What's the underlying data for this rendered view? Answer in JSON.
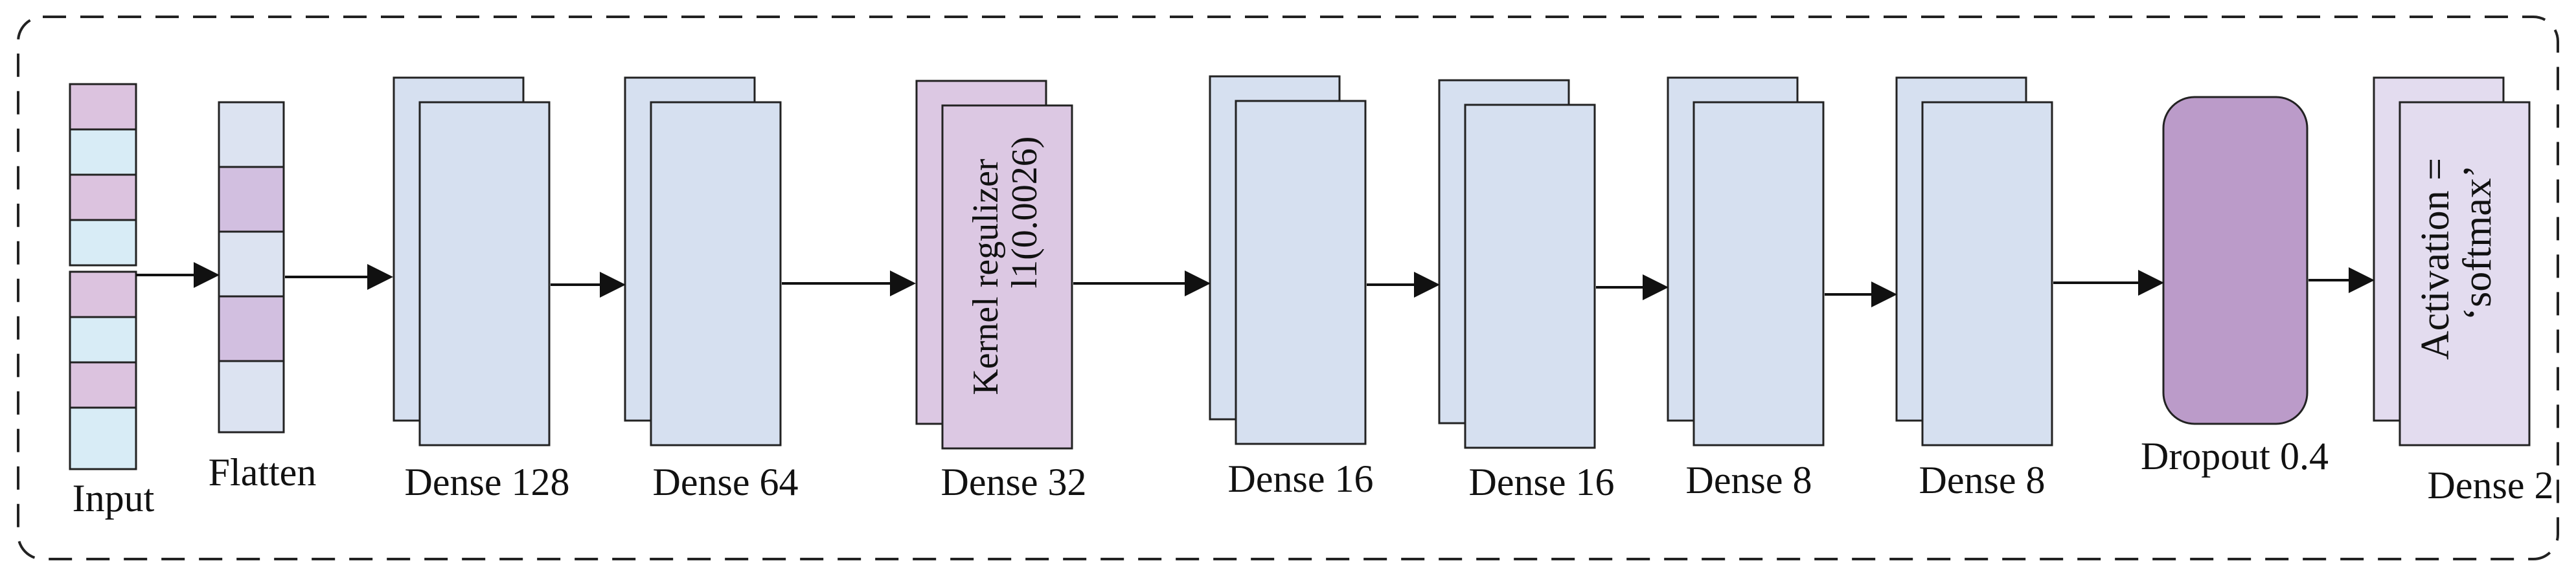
{
  "layers": [
    {
      "id": "input",
      "label": "Input"
    },
    {
      "id": "flatten",
      "label": "Flatten"
    },
    {
      "id": "d128",
      "label": "Dense 128"
    },
    {
      "id": "d64",
      "label": "Dense 64"
    },
    {
      "id": "d32",
      "label": "Dense 32",
      "note_line1": "Kernel regulizer",
      "note_line2": "l1(0.0026)"
    },
    {
      "id": "d16a",
      "label": "Dense 16"
    },
    {
      "id": "d16b",
      "label": "Dense 16"
    },
    {
      "id": "d8a",
      "label": "Dense 8"
    },
    {
      "id": "d8b",
      "label": "Dense 8"
    },
    {
      "id": "drop",
      "label": "Dropout 0.4"
    },
    {
      "id": "d2",
      "label": "Dense 2",
      "note_line1": "Activation =",
      "note_line2": "‘softmax’"
    }
  ],
  "colors": {
    "dense_fill": "#d6e0f0",
    "kernel_fill": "#dcc8e3",
    "dropout_fill": "#bb9bc9",
    "softmax_fill": "#e3dcef",
    "input_pink": "#dcc3df",
    "input_blue": "#d8ecf6",
    "flatten_blue": "#dce3f1",
    "flatten_purple": "#d2bfe0"
  }
}
